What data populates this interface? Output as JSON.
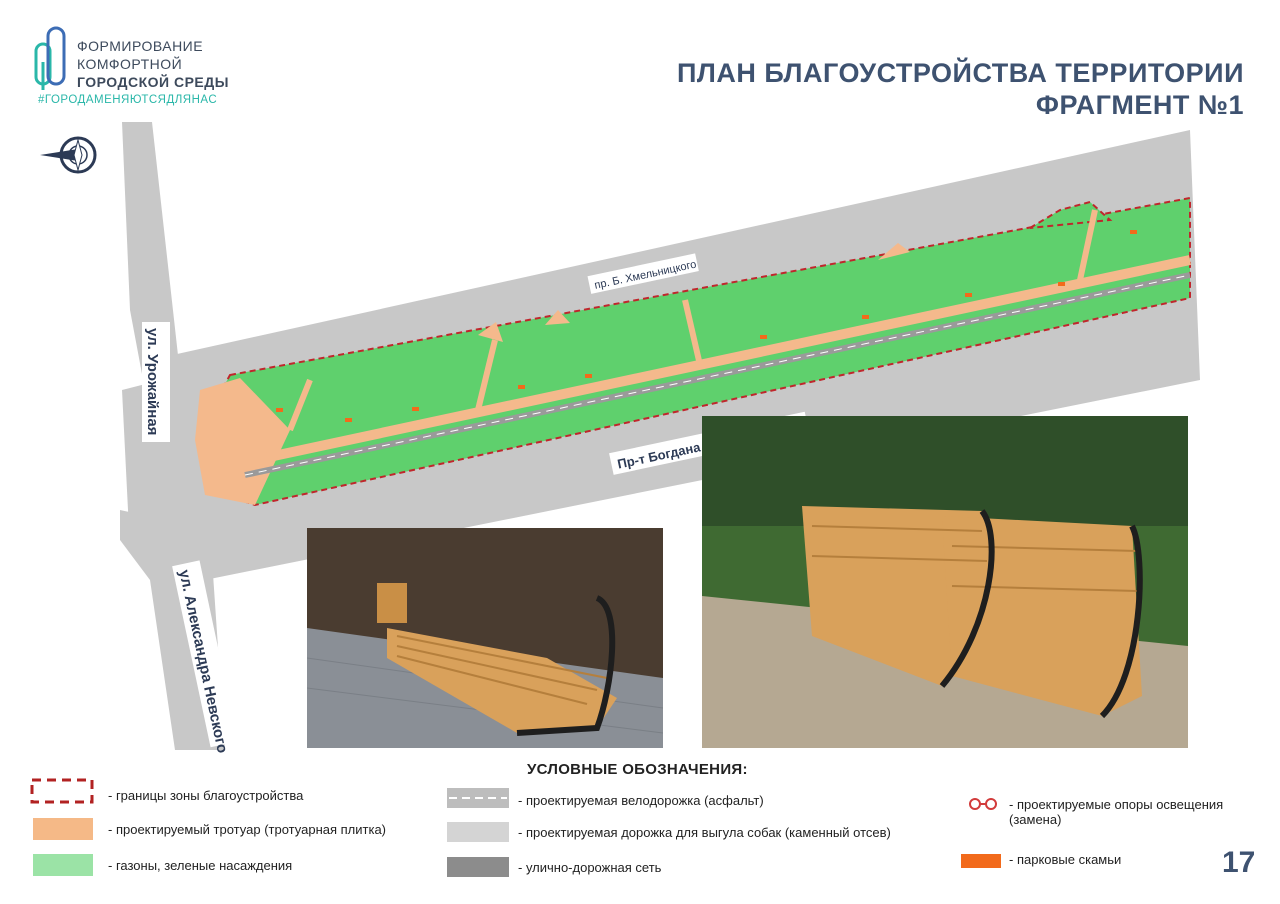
{
  "logo": {
    "line1": "ФОРМИРОВАНИЕ",
    "line2": "КОМФОРТНОЙ",
    "line3": "ГОРОДСКОЙ СРЕДЫ",
    "hashtag": "#ГОРОДАМЕНЯЮТСЯДЛЯНАС"
  },
  "title": {
    "line1": "ПЛАН БЛАГОУСТРОЙСТВА ТЕРРИТОРИИ",
    "line2": "ФРАГМЕНТ  №1"
  },
  "map": {
    "street_north_label": "пр. Б. Хмельницкого",
    "street_main_label": "Пр-т Богдана Хмельницкого",
    "street_west_label": "ул. Урожайная",
    "street_southwest_label": "ул. Александра Невского",
    "compass_icon": "compass-icon"
  },
  "legend": {
    "heading": "УСЛОВНЫЕ ОБОЗНАЧЕНИЯ:",
    "items": [
      {
        "label": "- границы зоны благоустройства",
        "color": "#b22222"
      },
      {
        "label": "- проектируемый тротуар (тротуарная плитка)",
        "color": "#f5b987"
      },
      {
        "label": "- газоны, зеленые насаждения",
        "color": "#9be3a6"
      },
      {
        "label": "- проектируемая велодорожка (асфальт)",
        "color": "#bdbdbd"
      },
      {
        "label": "- проектируемая дорожка для выгула собак (каменный отсев)",
        "color": "#d4d4d4"
      },
      {
        "label": "- улично-дорожная сеть",
        "color": "#8c8c8c"
      },
      {
        "label": "- проектируемые опоры освещения (замена)",
        "color": "#d23b3b"
      },
      {
        "label": "- парковые скамьи",
        "color": "#f26a1b"
      }
    ]
  },
  "page_number": "17",
  "colors": {
    "lawn": "#5fd06d",
    "sidewalk": "#f4b98c",
    "road": "#c8c8c8",
    "boundary": "#c0262c",
    "title": "#3e5270"
  }
}
